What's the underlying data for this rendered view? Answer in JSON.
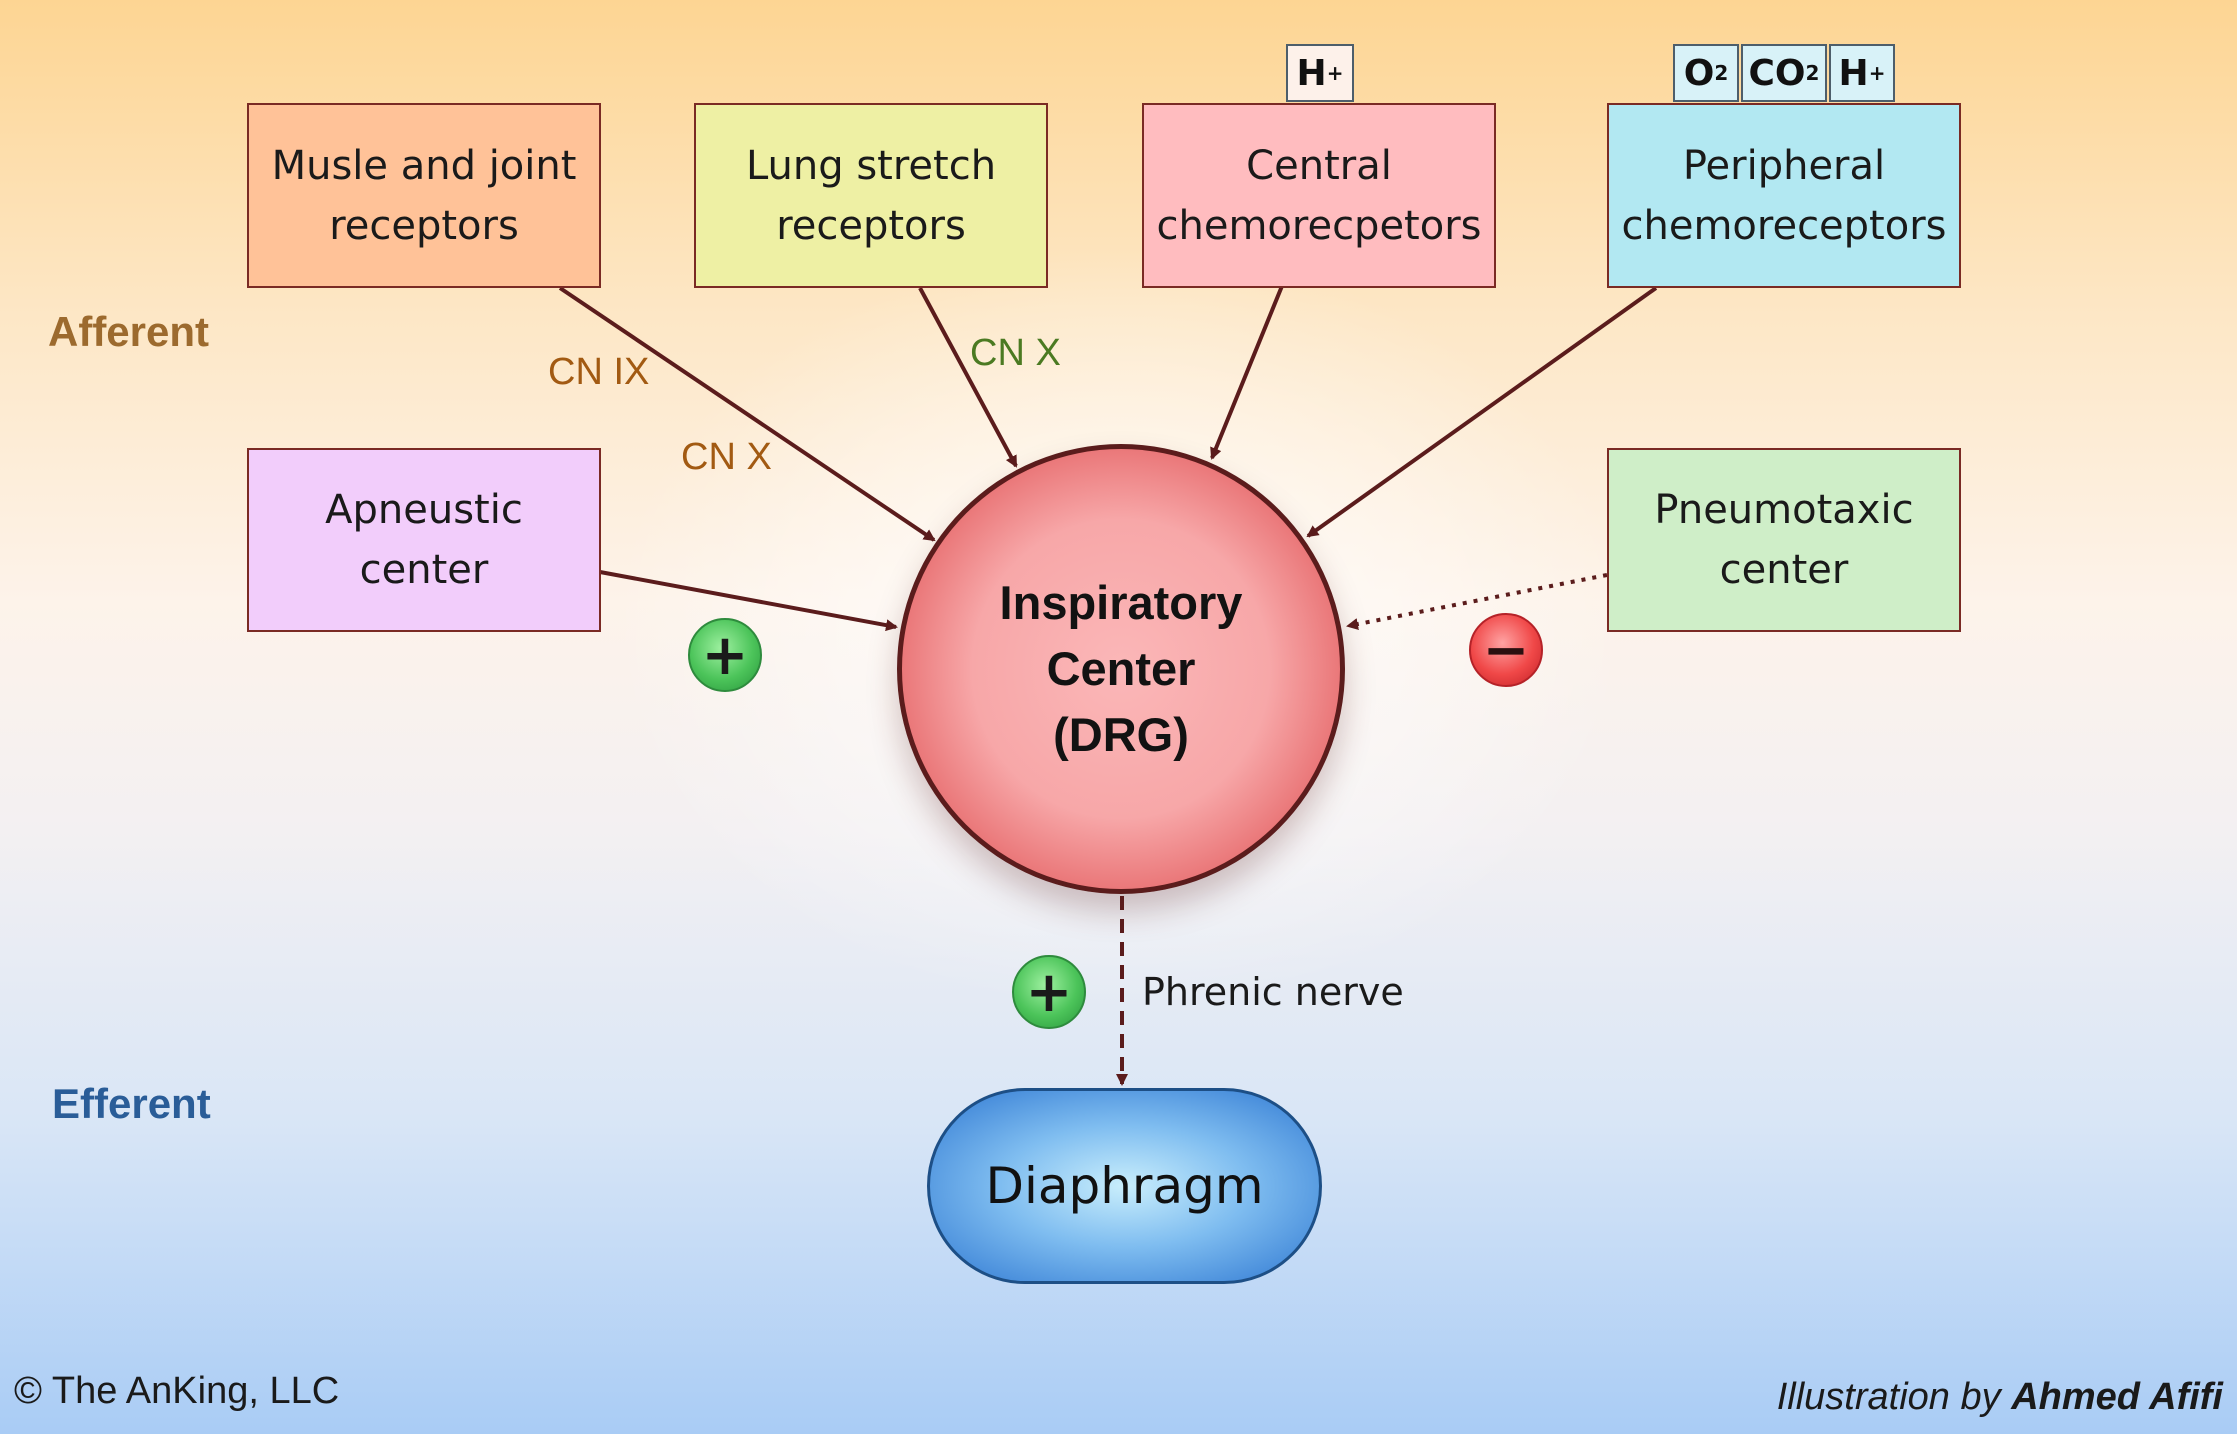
{
  "section_labels": {
    "afferent": "Afferent",
    "efferent": "Efferent"
  },
  "nodes": {
    "muscle_joint": "Musle and joint\nreceptors",
    "lung_stretch": "Lung stretch\nreceptors",
    "central_chemo": "Central\nchemorecpetors",
    "peripheral_chemo": "Peripheral\nchemoreceptors",
    "apneustic": "Apneustic\ncenter",
    "pneumotaxic": "Pneumotaxic\ncenter",
    "inspiratory": "Inspiratory\nCenter\n(DRG)",
    "diaphragm": "Diaphragm"
  },
  "stimuli": {
    "central": {
      "h": "H",
      "h_sup": "+"
    },
    "peripheral": {
      "o2": "O",
      "o2_sub": "2",
      "co2": "CO",
      "co2_sub": "2",
      "h": "H",
      "h_sup": "+"
    }
  },
  "nerves": {
    "cn_ix": "CN IX",
    "cn_x_muscle": "CN X",
    "cn_x_lung": "CN X",
    "phrenic": "Phrenic nerve"
  },
  "signs": {
    "apneustic": "+",
    "pneumotaxic": "−",
    "phrenic": "+"
  },
  "footer": {
    "copyright": "© The AnKing, LLC",
    "credit_prefix": "Illustration by",
    "credit_author": "Ahmed Afifi"
  },
  "colors": {
    "afferent_label": "#9c6a2e",
    "efferent_label": "#2a5d98",
    "cn_ix": "#a25a12",
    "cn_x_muscle": "#a25a12",
    "cn_x_lung": "#4b7a22",
    "arrow": "#5b1c1c",
    "muscle_joint": "#ffc298",
    "lung_stretch": "#eef0a4",
    "central_chemo": "#ffbcbf",
    "peripheral_chemo": "#b2e8f2",
    "apneustic": "#f2cdfb",
    "pneumotaxic": "#cfeec8"
  }
}
